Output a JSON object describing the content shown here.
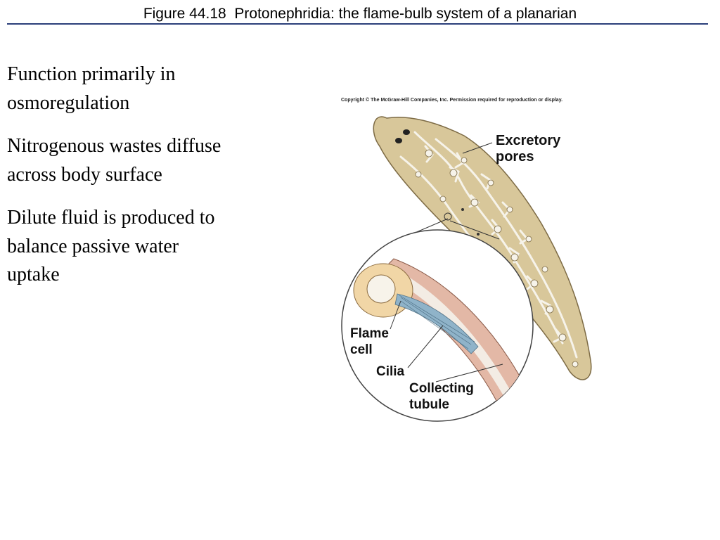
{
  "slide": {
    "title": "Figure 44.18  Protonephridia: the flame-bulb system of a planarian"
  },
  "bullets": [
    "Function primarily in osmoregulation",
    "Nitrogenous wastes diffuse across body surface",
    "Dilute fluid is produced to balance passive  water uptake"
  ],
  "figure": {
    "copyright": "Copyright © The McGraw-Hill Companies, Inc. Permission required for reproduction or display.",
    "labels": {
      "excretory_line1": "Excretory",
      "excretory_line2": "pores",
      "flame_line1": "Flame",
      "flame_line2": "cell",
      "cilia": "Cilia",
      "collecting_line1": "Collecting",
      "collecting_line2": "tubule"
    },
    "colors": {
      "body": "#d8c79a",
      "tubules": "#f6f3ea",
      "cilia": "#8fb3c9",
      "tubule_wall": "#e3b8a6",
      "cell": "#f1d6a6"
    }
  }
}
